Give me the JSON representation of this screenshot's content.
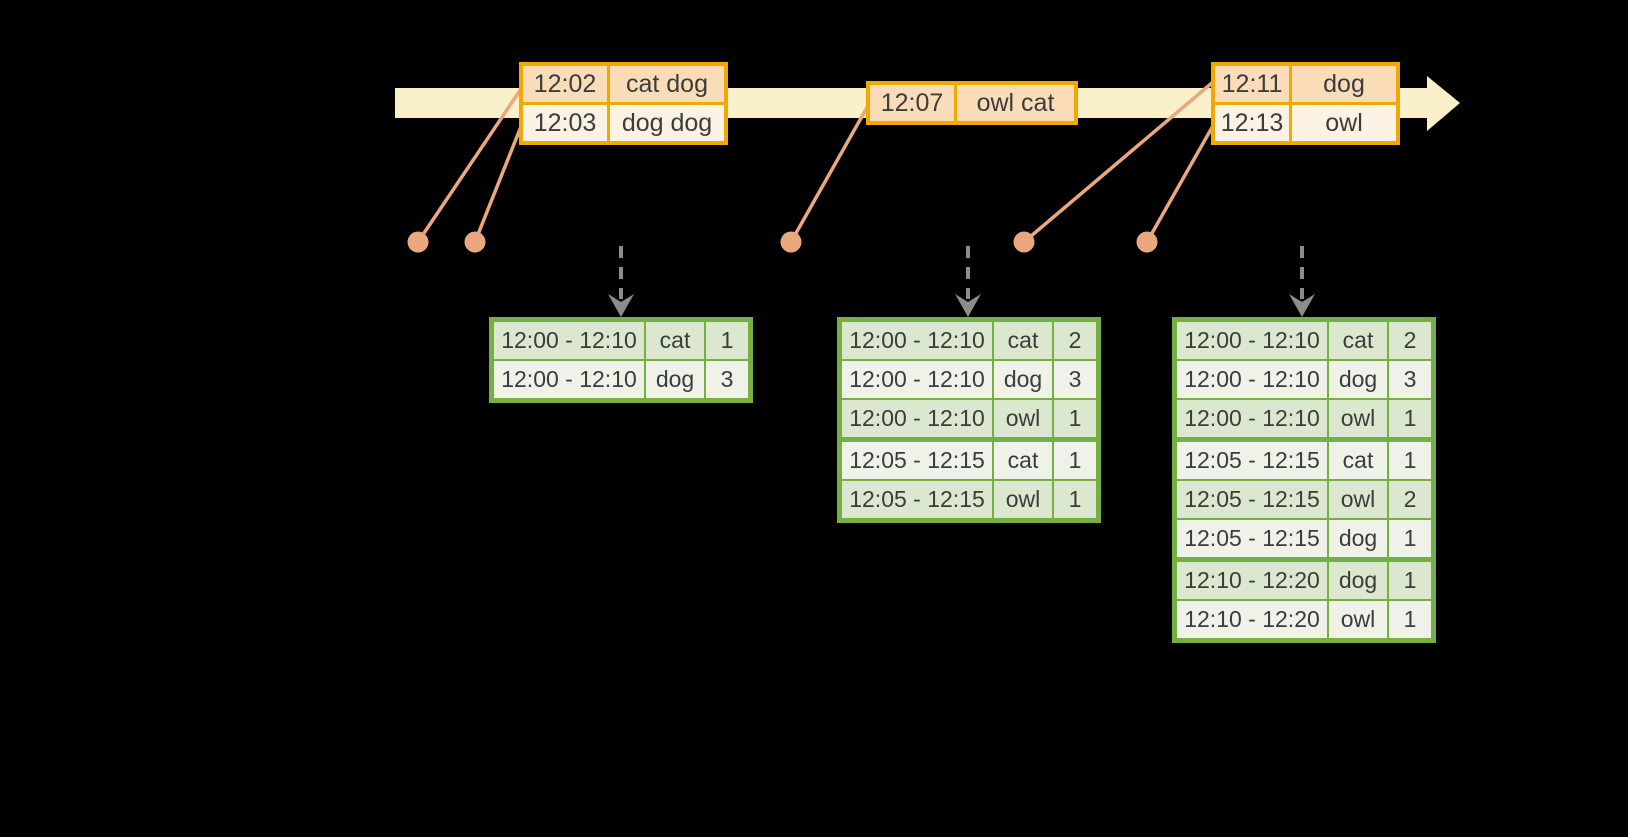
{
  "diagram": {
    "description_labels": {},
    "event_tables": [
      {
        "rows": [
          [
            "12:02",
            "cat dog"
          ],
          [
            "12:03",
            "dog dog"
          ]
        ],
        "group_breaks": []
      },
      {
        "rows": [
          [
            "12:07",
            "owl cat"
          ]
        ],
        "group_breaks": []
      },
      {
        "rows": [
          [
            "12:11",
            "dog"
          ],
          [
            "12:13",
            "owl"
          ]
        ],
        "group_breaks": []
      }
    ],
    "result_tables": [
      {
        "rows": [
          [
            "12:00 - 12:10",
            "cat",
            "1"
          ],
          [
            "12:00 - 12:10",
            "dog",
            "3"
          ]
        ],
        "group_breaks": []
      },
      {
        "rows": [
          [
            "12:00 - 12:10",
            "cat",
            "2"
          ],
          [
            "12:00 - 12:10",
            "dog",
            "3"
          ],
          [
            "12:00 - 12:10",
            "owl",
            "1"
          ],
          [
            "12:05 - 12:15",
            "cat",
            "1"
          ],
          [
            "12:05 - 12:15",
            "owl",
            "1"
          ]
        ],
        "group_breaks": [
          3
        ]
      },
      {
        "rows": [
          [
            "12:00 - 12:10",
            "cat",
            "2"
          ],
          [
            "12:00 - 12:10",
            "dog",
            "3"
          ],
          [
            "12:00 - 12:10",
            "owl",
            "1"
          ],
          [
            "12:05 - 12:15",
            "cat",
            "1"
          ],
          [
            "12:05 - 12:15",
            "owl",
            "2"
          ],
          [
            "12:05 - 12:15",
            "dog",
            "1"
          ],
          [
            "12:10 - 12:20",
            "dog",
            "1"
          ],
          [
            "12:10 - 12:20",
            "owl",
            "1"
          ]
        ],
        "group_breaks": [
          3,
          6
        ]
      }
    ],
    "icons": {
      "timeline_arrow": "right-pointing-thick-arrow-band",
      "event_dot": "filled-circle",
      "trigger_arrow": "dashed-down-arrow"
    }
  },
  "colors": {
    "band": "#FAF0C9",
    "orange_border": "#F0A802",
    "peach_dark": "#FADCB8",
    "peach_light": "#FCF2E3",
    "salmon": "#EBA77D",
    "gray_arrow": "#8C8C8C",
    "green_border": "#76AF43",
    "green_dark": "#DBE7CE",
    "green_light": "#EEF2E8",
    "text_color": "#3C3C3C",
    "bg": "#000000"
  }
}
